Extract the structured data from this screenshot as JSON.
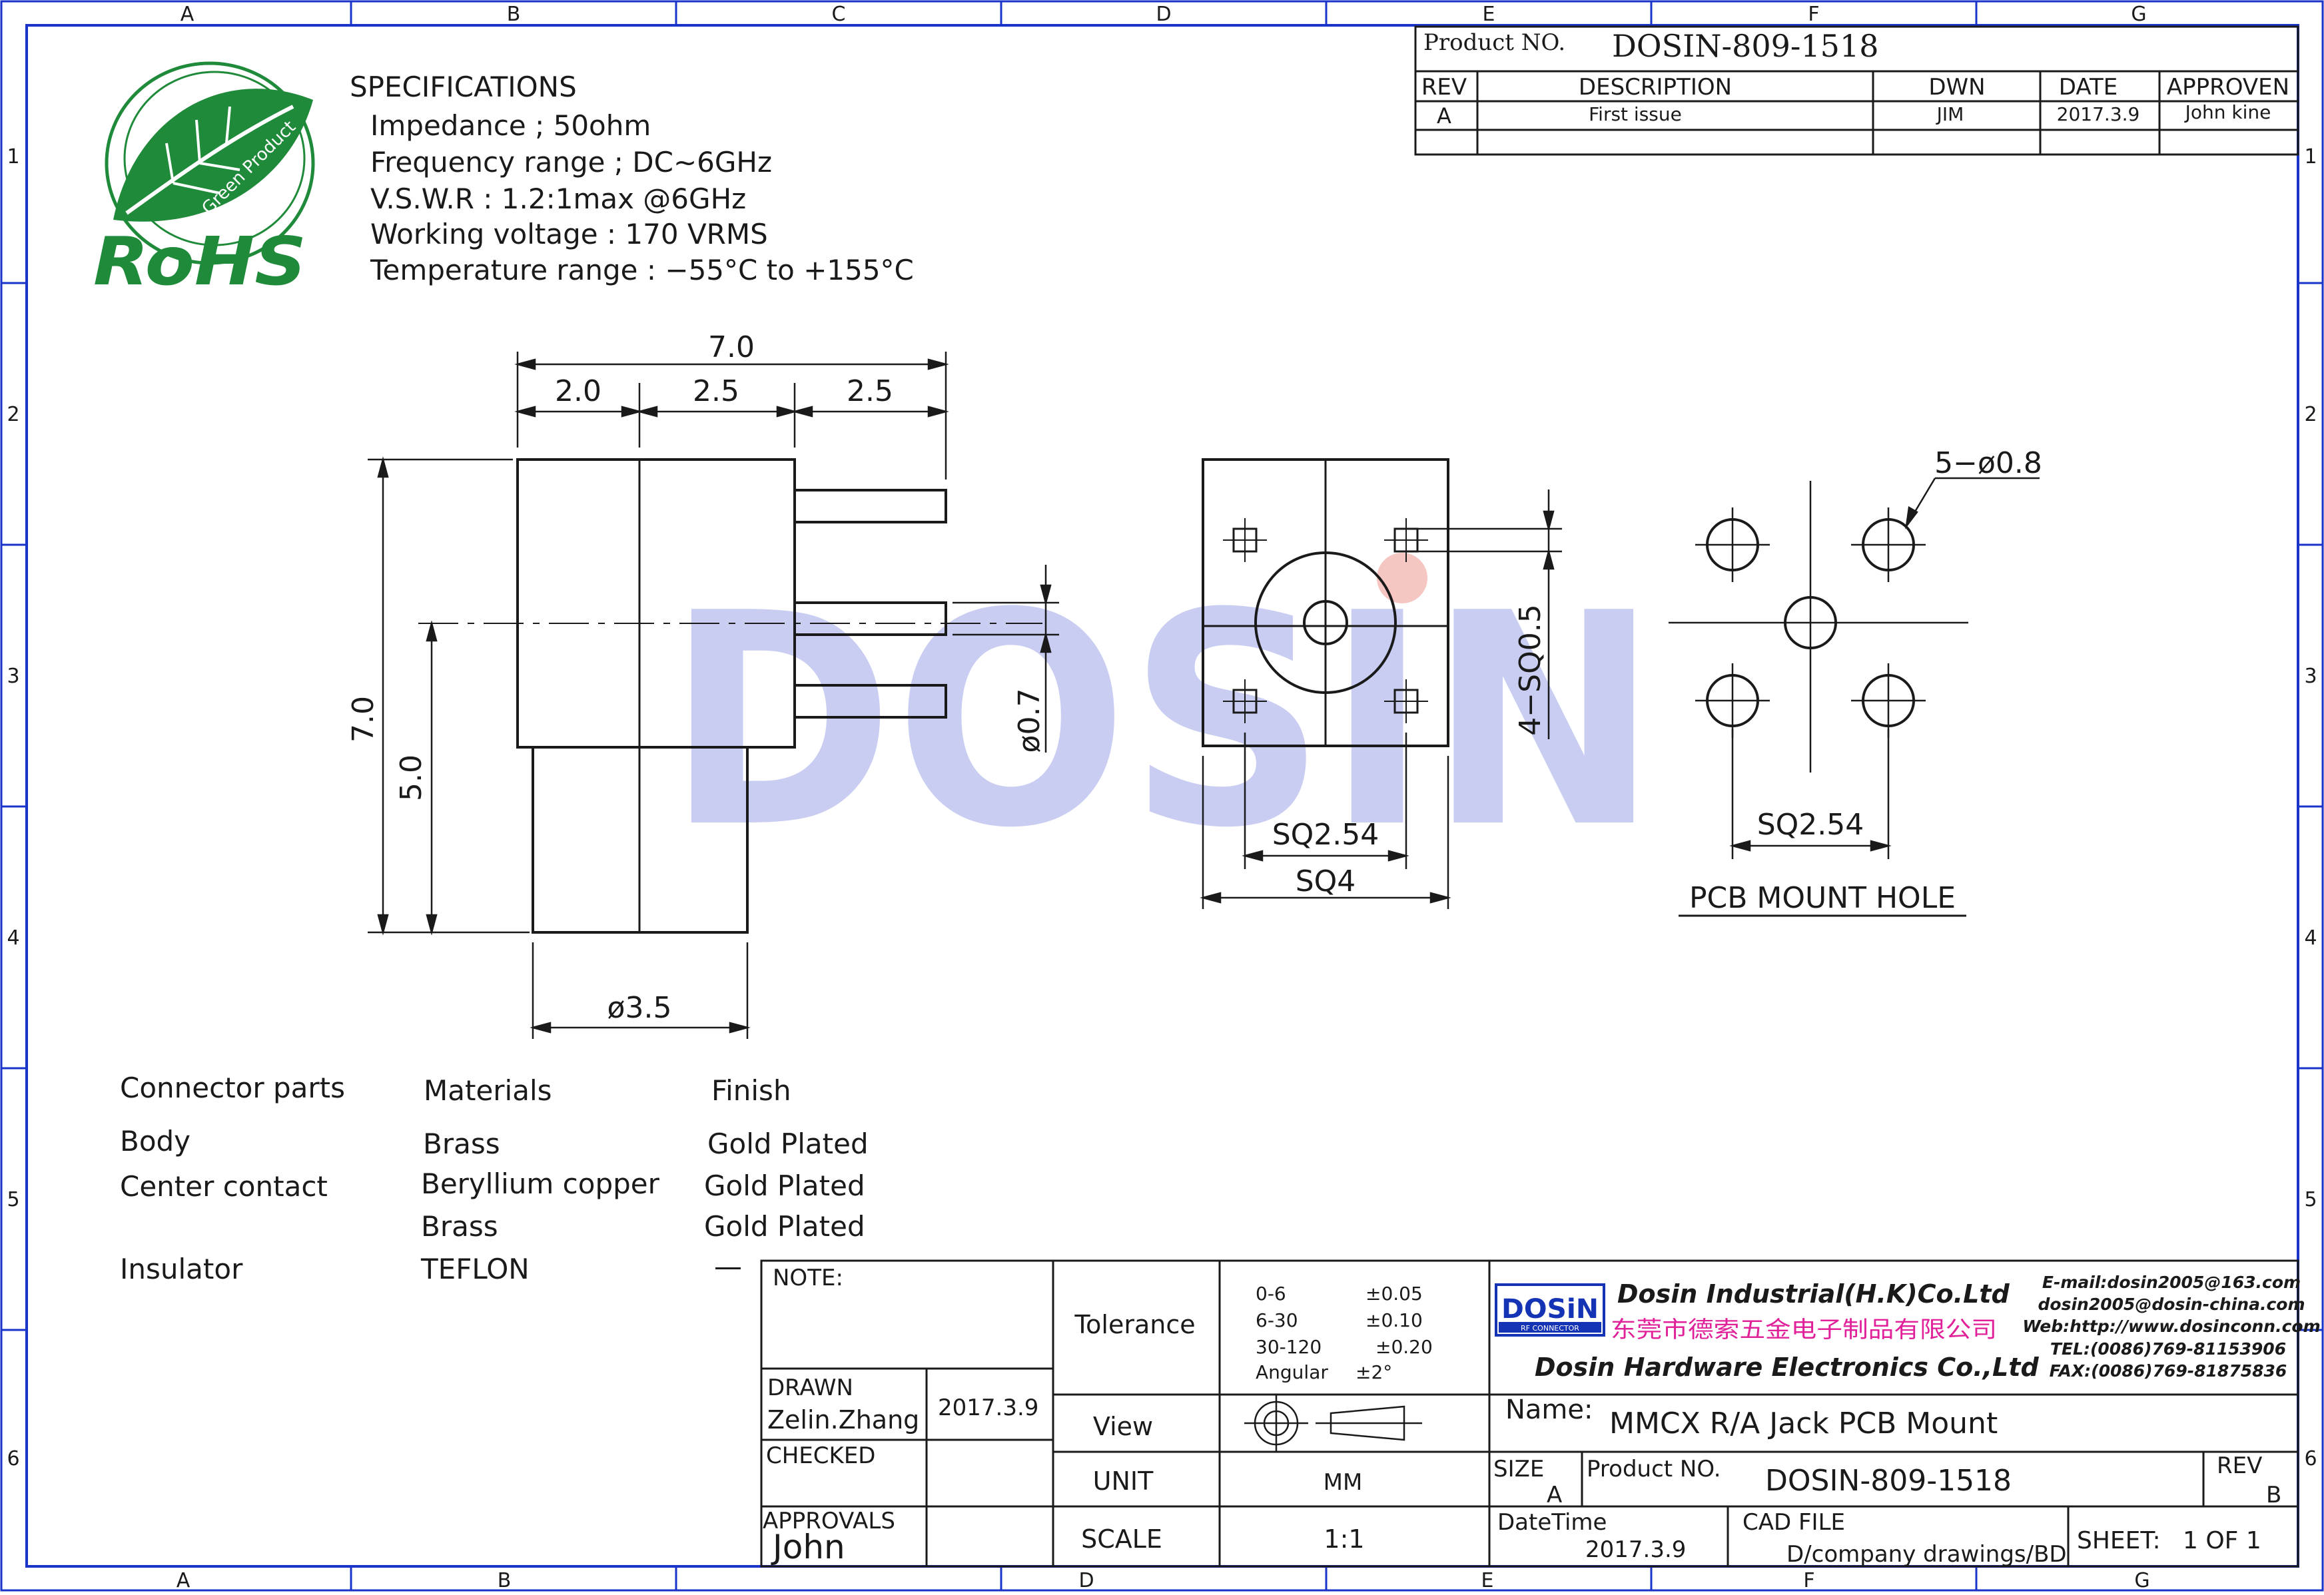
{
  "grid": {
    "columns": [
      "A",
      "B",
      "C",
      "D",
      "E",
      "F",
      "G"
    ],
    "rows": [
      "1",
      "2",
      "3",
      "4",
      "5",
      "6"
    ]
  },
  "rohs": {
    "main": "RoHS",
    "sub": "Green Product"
  },
  "specs": {
    "title": "SPECIFICATIONS",
    "lines": [
      "Impedance   ; 50ohm",
      "Frequency range ; DC~6GHz",
      "V.S.W.R : 1.2:1max @6GHz",
      "Working voltage : 170 VRMS",
      "Temperature range : −55°C to +155°C"
    ]
  },
  "revision_block": {
    "product_no_label": "Product NO.",
    "product_no": "DOSIN-809-1518",
    "headers": {
      "rev": "REV",
      "description": "DESCRIPTION",
      "dwn": "DWN",
      "date": "DATE",
      "approven": "APPROVEN"
    },
    "row": {
      "rev": "A",
      "description": "First issue",
      "dwn": "JIM",
      "date": "2017.3.9",
      "approven": "John kine"
    }
  },
  "watermark": "DOSIN",
  "dimensions": {
    "side_total_width": "7.0",
    "side_w1": "2.0",
    "side_w2": "2.5",
    "side_w3": "2.5",
    "side_height": "7.0",
    "side_center": "5.0",
    "pin_dia": "ø0.7",
    "body_dia": "ø3.5",
    "front_pin_sq": "4−SQ0.5",
    "front_sq_pitch": "SQ2.54",
    "front_sq": "SQ4",
    "holes": "5−ø0.8",
    "hole_pitch": "SQ2.54",
    "pcb_label": "PCB MOUNT HOLE"
  },
  "materials": {
    "headers": {
      "part": "Connector parts",
      "material": "Materials",
      "finish": "Finish"
    },
    "rows": [
      {
        "part": "Body",
        "material": "Brass",
        "finish": "Gold Plated"
      },
      {
        "part": "Center contact",
        "material": "Beryllium copper",
        "finish": "Gold Plated"
      },
      {
        "part": "",
        "material": "Brass",
        "finish": "Gold Plated"
      },
      {
        "part": "Insulator",
        "material": "TEFLON",
        "finish": "—"
      }
    ]
  },
  "title_block": {
    "note": "NOTE:",
    "tolerance_label": "Tolerance",
    "tolerances": [
      {
        "range": "0-6",
        "value": "±0.05"
      },
      {
        "range": "6-30",
        "value": "±0.10"
      },
      {
        "range": "30-120",
        "value": "±0.20"
      },
      {
        "range": "Angular",
        "value": "±2°"
      }
    ],
    "drawn_label": "DRAWN",
    "drawn_by": "Zelin.Zhang",
    "drawn_date": "2017.3.9",
    "view_label": "View",
    "checked_label": "CHECKED",
    "unit_label": "UNIT",
    "unit": "MM",
    "approvals_label": "APPROVALS",
    "approvals_by": "John",
    "scale_label": "SCALE",
    "scale": "1:1",
    "logo_text": "DOSiN",
    "logo_sub": "RF CONNECTOR",
    "company_en": "Dosin Industrial(H.K)Co.Ltd",
    "company_cn": "东莞市德索五金电子制品有限公司",
    "company_en2": "Dosin Hardware Electronics Co.,Ltd",
    "contact": [
      "E-mail:dosin2005@163.com",
      "dosin2005@dosin-china.com",
      "Web:http://www.dosinconn.com",
      "TEL:(0086)769-81153906",
      "FAX:(0086)769-81875836"
    ],
    "name_label": "Name:",
    "name": "MMCX R/A Jack PCB Mount",
    "size_label": "SIZE",
    "size": "A",
    "product_no_label": "Product NO.",
    "product_no": "DOSIN-809-1518",
    "rev_label": "REV",
    "rev": "B",
    "datetime_label": "DateTime",
    "datetime": "2017.3.9",
    "cad_label": "CAD FILE",
    "cad_path": "D/company drawings/BD",
    "sheet_label": "SHEET:",
    "sheet": "1 OF 1"
  },
  "colors": {
    "line": "#1a1a1a",
    "border": "#1a33c8",
    "rohs": "#1f8a3a",
    "watermark": "#c9cdf2",
    "watermark_dot": "#f6c6c2",
    "logo": "#1533b5",
    "cn_text": "#e0219a"
  }
}
